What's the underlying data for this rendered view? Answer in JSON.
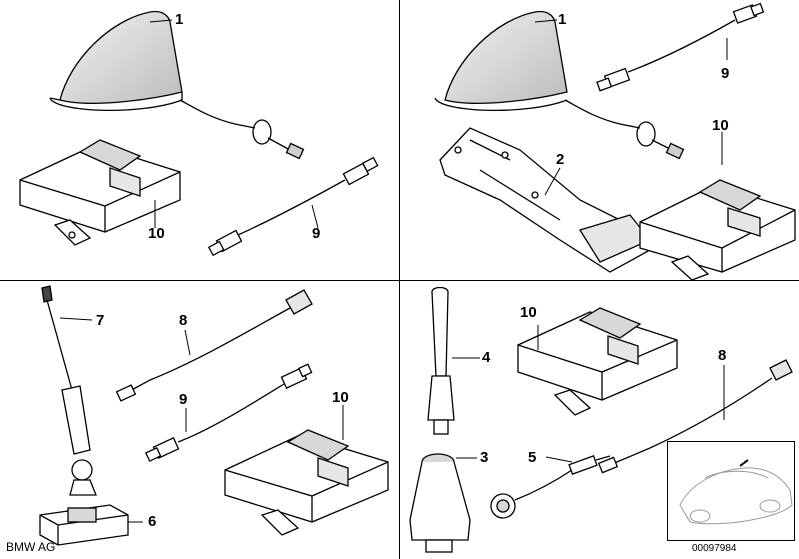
{
  "callouts": {
    "q1_shark_antenna": "1",
    "q1_module": "10",
    "q1_cable": "9",
    "q2_shark_antenna": "1",
    "q2_cable": "9",
    "q2_bracket": "2",
    "q2_module": "10",
    "q3_rod_antenna": "7",
    "q3_cable_8": "8",
    "q3_cable_9": "9",
    "q3_module": "10",
    "q3_base": "6",
    "q4_stub_antenna": "4",
    "q4_module": "10",
    "q4_base": "3",
    "q4_cable_5": "5",
    "q4_cable_8": "8"
  },
  "footer": {
    "brand": "BMW AG",
    "document_number": "00097984"
  },
  "colors": {
    "line": "#000000",
    "background": "#ffffff",
    "shade": "#d8d8d8"
  }
}
